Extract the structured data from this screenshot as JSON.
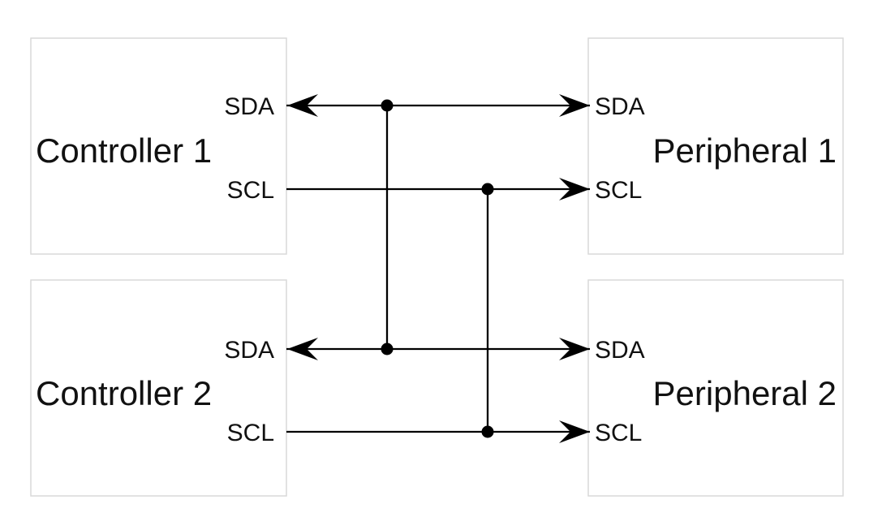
{
  "nodes": {
    "controller1": {
      "title": "Controller 1",
      "sda_label": "SDA",
      "scl_label": "SCL"
    },
    "peripheral1": {
      "title": "Peripheral 1",
      "sda_label": "SDA",
      "scl_label": "SCL"
    },
    "controller2": {
      "title": "Controller 2",
      "sda_label": "SDA",
      "scl_label": "SCL"
    },
    "peripheral2": {
      "title": "Peripheral 2",
      "sda_label": "SDA",
      "scl_label": "SCL"
    }
  },
  "buses": {
    "sda": {
      "label": "SDA",
      "connects": [
        "Controller 1",
        "Controller 2",
        "Peripheral 1",
        "Peripheral 2"
      ],
      "direction": "bidirectional-at-controllers-into-peripherals"
    },
    "scl": {
      "label": "SCL",
      "connects": [
        "Controller 1",
        "Controller 2",
        "Peripheral 1",
        "Peripheral 2"
      ],
      "direction": "from-controllers-into-peripherals"
    }
  },
  "colors": {
    "background": "#ffffff",
    "wire": "#000000",
    "node_border": "#d9d9d9",
    "node_fill": "#ffffff",
    "text": "#111111"
  }
}
